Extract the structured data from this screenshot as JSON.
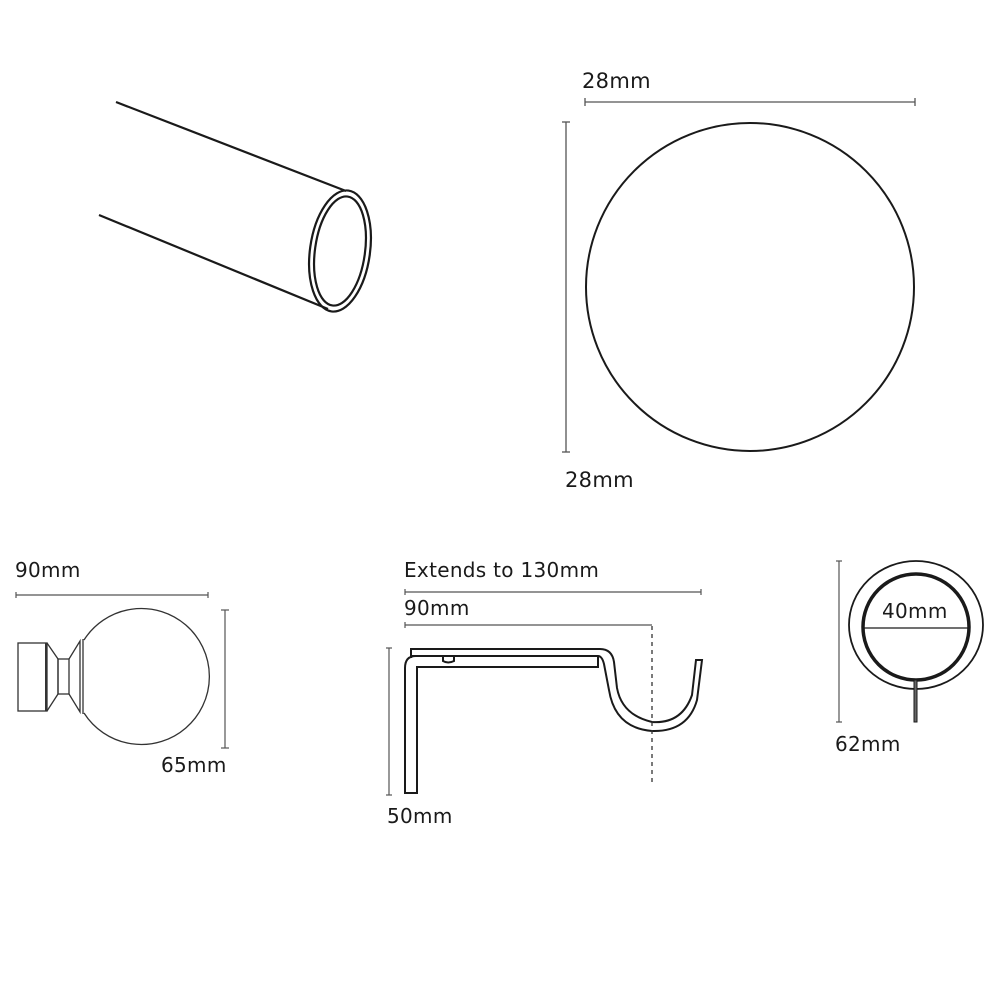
{
  "diagram": {
    "pole": {
      "label": ""
    },
    "pole_cross_section": {
      "width_label": "28mm",
      "height_label": "28mm"
    },
    "finial": {
      "length_label": "90mm",
      "diameter_label": "65mm"
    },
    "bracket": {
      "extends_label": "Extends to 130mm",
      "projection_label": "90mm",
      "height_label": "50mm"
    },
    "ring": {
      "inner_label": "40mm",
      "outer_label": "62mm"
    }
  },
  "colors": {
    "stroke": "#1a1a1a",
    "dimension_line": "#555555",
    "background": "#ffffff"
  }
}
